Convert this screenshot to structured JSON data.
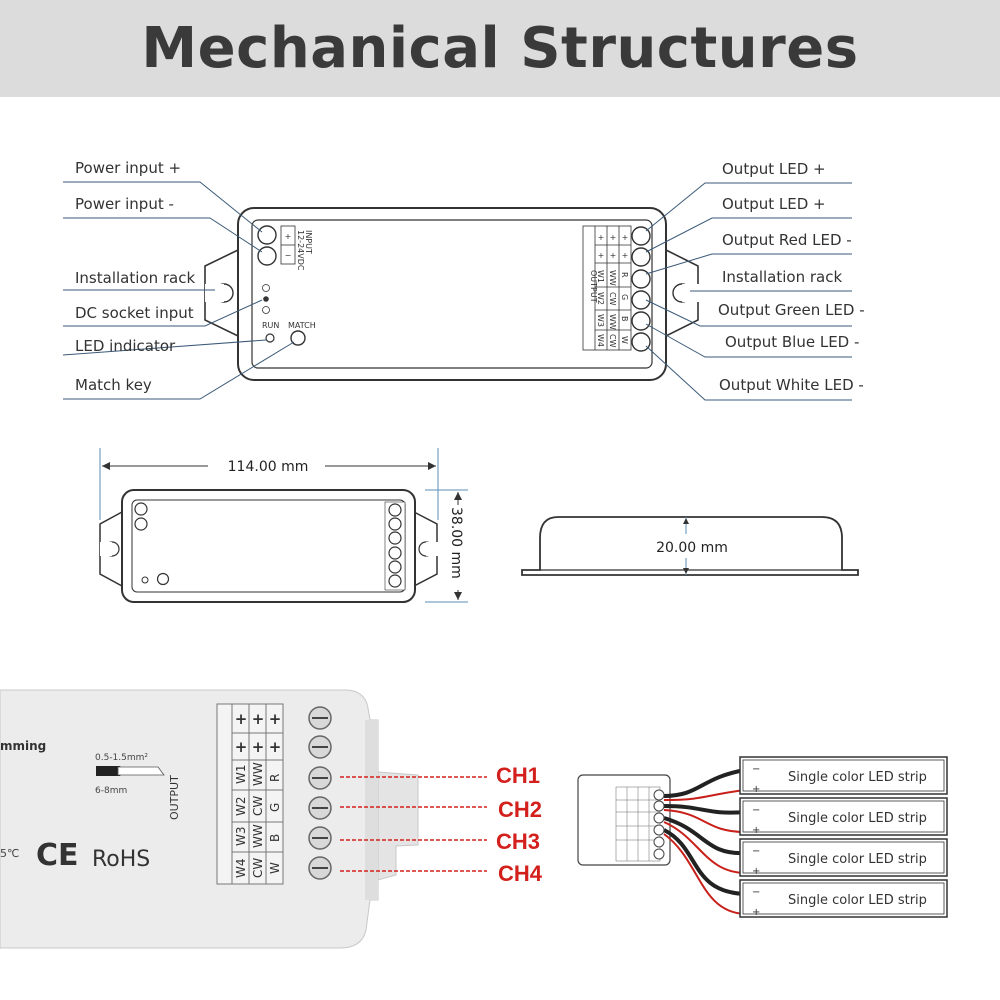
{
  "title": "Mechanical Structures",
  "left_labels": [
    "Power input +",
    "Power input -",
    "Installation rack",
    "DC socket input",
    "LED indicator",
    "Match key"
  ],
  "right_labels": [
    "Output LED +",
    "Output LED +",
    "Output Red LED -",
    "Installation rack",
    "Output Green LED -",
    "Output Blue LED -",
    "Output White LED -"
  ],
  "device": {
    "input_label": "INPUT",
    "input_voltage": "12-24VDC",
    "plus": "+",
    "minus": "−",
    "run_label": "RUN",
    "match_label": "MATCH",
    "output_label": "OUTPUT",
    "output_rows": [
      [
        "W1",
        "WW",
        "R"
      ],
      [
        "W2",
        "CW",
        "G"
      ],
      [
        "W3",
        "WW",
        "B"
      ],
      [
        "W4",
        "CW",
        "W"
      ]
    ]
  },
  "dimensions": {
    "length": "114.00 mm",
    "width": "38.00 mm",
    "height": "20.00 mm"
  },
  "photo": {
    "partial_text": "mming",
    "wire_size": "0.5-1.5mm²",
    "strip_length": "6-8mm",
    "temp_partial": "5℃",
    "ce": "CE",
    "rohs": "RoHS"
  },
  "channels": [
    "CH1",
    "CH2",
    "CH3",
    "CH4"
  ],
  "strip_label": "Single color LED strip",
  "colors": {
    "header_bg": "#dcdcdc",
    "leader": "#3b5a78",
    "channel_red": "#d4201c"
  }
}
